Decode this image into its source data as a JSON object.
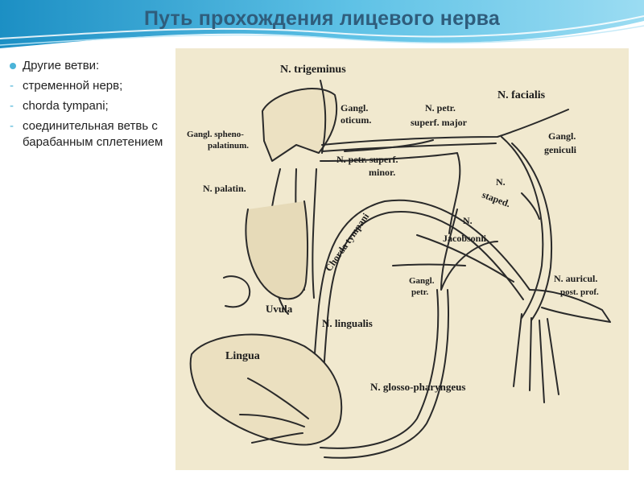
{
  "title": "Путь прохождения лицевого нерва",
  "bullets": [
    {
      "marker": "dot",
      "text": "Другие ветви:"
    },
    {
      "marker": "dash",
      "text": "стременной нерв;"
    },
    {
      "marker": "dash",
      "text": "chorda tympani;"
    },
    {
      "marker": "dash",
      "text": "соединительная ветвь с барабанным сплетением"
    }
  ],
  "labels": {
    "trigeminus": "N. trigeminus",
    "facialis": "N. facialis",
    "gangl_oticum": "Gangl.",
    "gangl_oticum_2": "oticum.",
    "n_petr": "N. petr.",
    "superf_major": "superf. major",
    "gangl_spheno": "Gangl. spheno-",
    "palatinum": "palatinum.",
    "gangl_geniculi": "Gangl.",
    "gangl_geniculi_2": "geniculi",
    "petr_superf": "N. petr. superf.",
    "minor": "minor.",
    "n_palatin": "N. palatin.",
    "n_stapedius": "N.",
    "stapedius_2": "staped.",
    "chorda_tympani": "Chorda tympani",
    "n_jacobsonii": "N.",
    "jacobsonii_2": "Jacobsonii",
    "gangl_petr": "Gangl.",
    "gangl_petr_2": "petr.",
    "n_auricul": "N. auricul.",
    "post_prof": "post. prof.",
    "uvula": "Uvula",
    "n_lingualis": "N. lingualis",
    "lingua": "Lingua",
    "glossopharyngeus": "N. glosso-pharyngeus"
  },
  "colors": {
    "title": "#2f5d7c",
    "bullet_marker": "#4bb3d8",
    "figure_bg": "#f1e9cf",
    "ink": "#1c1c1c"
  }
}
